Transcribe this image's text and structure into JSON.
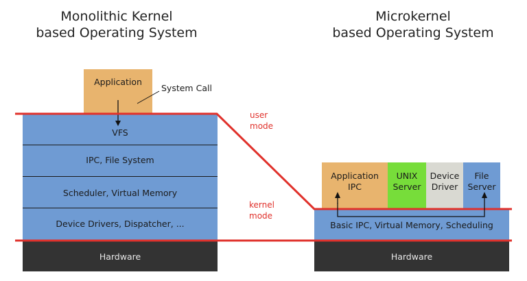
{
  "monolithic": {
    "title": "Monolithic Kernel\nbased Operating System",
    "application": "Application",
    "system_call": "System Call",
    "layers": [
      "VFS",
      "IPC, File System",
      "Scheduler, Virtual Memory",
      "Device Drivers, Dispatcher, ..."
    ],
    "hardware": "Hardware"
  },
  "microkernel": {
    "title": "Microkernel\nbased Operating System",
    "servers": [
      {
        "label": "Application\nIPC",
        "color": "#e8b46e"
      },
      {
        "label": "UNIX\nServer",
        "color": "#77dd3a"
      },
      {
        "label": "Device\nDriver",
        "color": "#d9d9d2"
      },
      {
        "label": "File\nServer",
        "color": "#6f9bd3"
      }
    ],
    "kernel": "Basic IPC, Virtual Memory, Scheduling",
    "hardware": "Hardware"
  },
  "modes": {
    "user": "user\nmode",
    "kernel": "kernel\nmode"
  },
  "colors": {
    "kernel_blue": "#6f9bd3",
    "application_orange": "#e8b46e",
    "hardware": "#333333",
    "boundary_red": "#e0312b"
  }
}
